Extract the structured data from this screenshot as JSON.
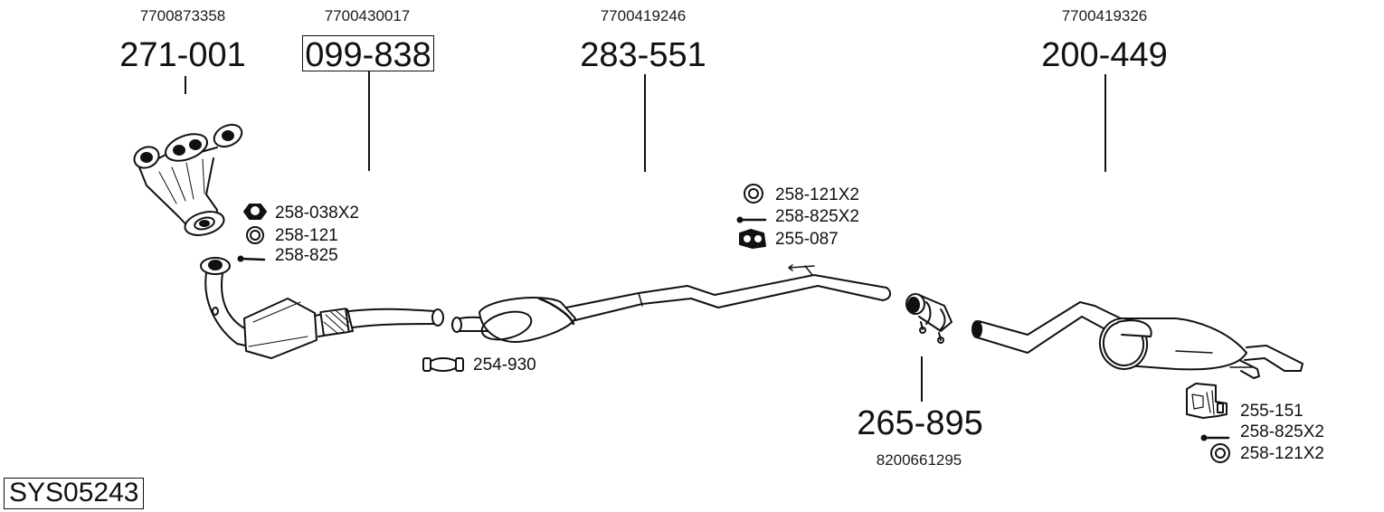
{
  "diagram": {
    "system_code": "SYS05243",
    "parts": [
      {
        "id": "exhaust-manifold",
        "part_number": "271-001",
        "oem_number": "7700873358",
        "highlighted": false
      },
      {
        "id": "catalytic-converter",
        "part_number": "099-838",
        "oem_number": "7700430017",
        "highlighted": true
      },
      {
        "id": "middle-silencer",
        "part_number": "283-551",
        "oem_number": "7700419246",
        "highlighted": false
      },
      {
        "id": "rear-silencer",
        "part_number": "200-449",
        "oem_number": "7700419326",
        "highlighted": false
      },
      {
        "id": "pipe-connector",
        "part_number": "265-895",
        "oem_number": "8200661295",
        "highlighted": false
      }
    ],
    "accessories": {
      "manifold_group": [
        {
          "part_number": "258-038X2",
          "icon": "nut-icon"
        },
        {
          "part_number": "258-121",
          "icon": "washer-ring-icon"
        },
        {
          "part_number": "258-825",
          "icon": "bolt-icon"
        }
      ],
      "clamp": {
        "part_number": "254-930",
        "icon": "clamp-icon"
      },
      "middle_group": [
        {
          "part_number": "258-121X2",
          "icon": "washer-ring-icon"
        },
        {
          "part_number": "258-825X2",
          "icon": "bolt-icon"
        },
        {
          "part_number": "255-087",
          "icon": "rubber-mount-icon"
        }
      ],
      "rear_group": [
        {
          "part_number": "255-151",
          "icon": "mounting-bracket-icon"
        },
        {
          "part_number": "258-825X2",
          "icon": "bolt-icon"
        },
        {
          "part_number": "258-121X2",
          "icon": "washer-ring-icon"
        }
      ]
    },
    "colors": {
      "line": "#111111",
      "background": "#ffffff"
    }
  }
}
